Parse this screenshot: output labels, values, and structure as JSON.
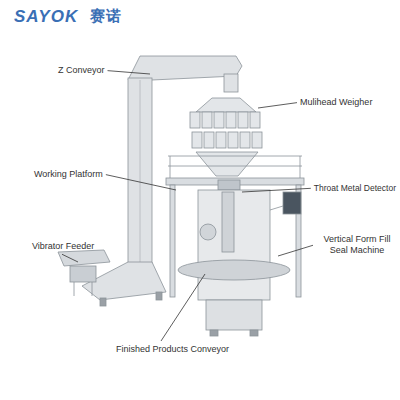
{
  "diagram": {
    "labels": [
      "SAYOK",
      "赛诺",
      "Z Conveyor",
      "Mulihead Weigher",
      "Working Platform",
      "Throat Metal Detector",
      "Vertical Form Fill Seal Machine",
      "Vibrator Feeder",
      "Finished Products Conveyor"
    ]
  }
}
